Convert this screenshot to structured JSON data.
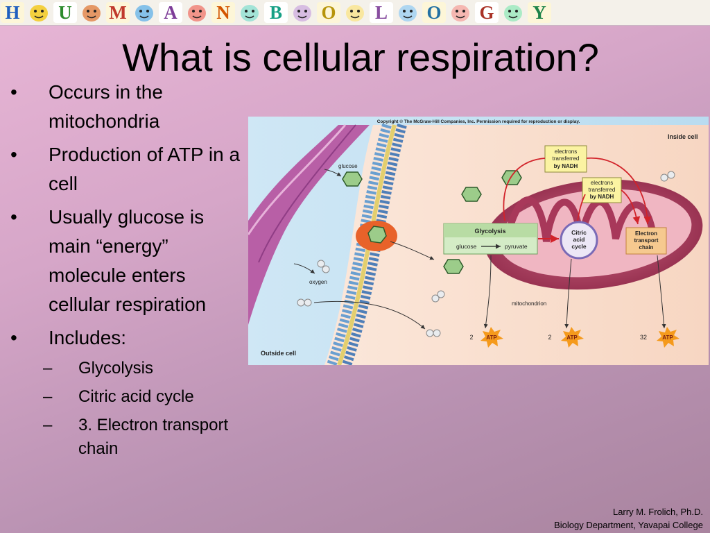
{
  "slide": {
    "title": "What is cellular respiration?",
    "banner_letters": [
      "H",
      "U",
      "M",
      "A",
      "N",
      "B",
      "O",
      "L",
      "O",
      "G",
      "Y"
    ],
    "bullets": [
      {
        "text": "Occurs in the mitochondria"
      },
      {
        "text": "Production of ATP in a cell"
      },
      {
        "text": "Usually glucose is main “energy” molecule enters cellular respiration"
      },
      {
        "text": "Includes:",
        "sub": [
          "Glycolysis",
          "Citric acid cycle",
          "3.  Electron transport chain"
        ]
      }
    ],
    "bullet_symbol": "•",
    "sub_bullet_symbol": "–",
    "footer": {
      "author": "Larry M. Frolich, Ph.D.",
      "department": "Biology Department, Yavapai College"
    }
  },
  "figure": {
    "copyright": "Copyright © The McGraw-Hill Companies, Inc. Permission required for reproduction or display.",
    "inside_cell": "Inside cell",
    "outside_cell": "Outside cell",
    "glucose": "glucose",
    "oxygen": "oxygen",
    "mitochondrion": "mitochondrion",
    "electrons_box_1": [
      "electrons",
      "transferred",
      "by NADH"
    ],
    "electrons_box_2": [
      "electrons",
      "transferred",
      "by NADH"
    ],
    "glycolysis": {
      "title": "Glycolysis",
      "from": "glucose",
      "to": "pyruvate"
    },
    "citric_acid_cycle": [
      "Citric",
      "acid",
      "cycle"
    ],
    "electron_transport_chain": [
      "Electron",
      "transport",
      "chain"
    ],
    "atp_label": "ATP",
    "atp_yields": [
      "2",
      "2",
      "32"
    ]
  },
  "colors": {
    "background_top": "#e8b6d6",
    "background_bottom": "#a9849f",
    "glycolysis_box": "#d4ecc6",
    "nadh_box": "#fbf3a2",
    "etc_box": "#f6c98f",
    "atp_star": "#f59a1c",
    "membrane_blue": "#6a9fd0",
    "mitochondrion": "#a8385a"
  }
}
